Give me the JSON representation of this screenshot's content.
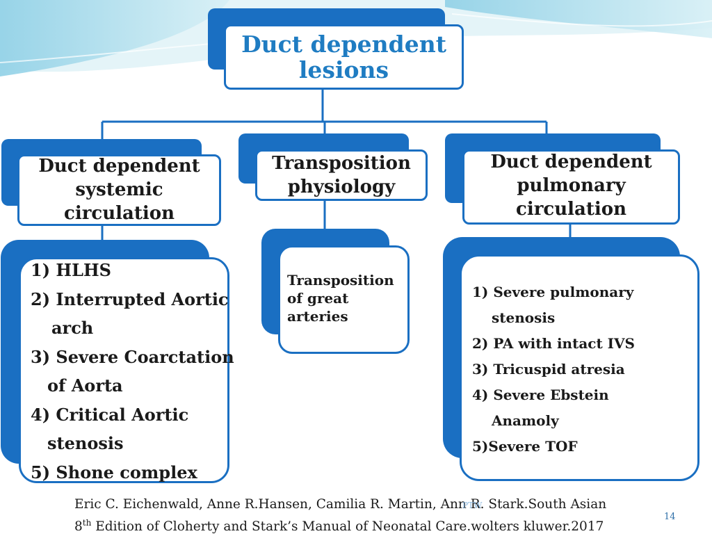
{
  "title": {
    "line1": "Duct dependent",
    "line2": "lesions"
  },
  "categories": [
    {
      "line1": "Duct dependent",
      "line2": "systemic",
      "line3": "circulation"
    },
    {
      "line1": "Transposition",
      "line2": "physiology"
    },
    {
      "line1": "Duct dependent",
      "line2": "pulmonary",
      "line3": "circulation"
    }
  ],
  "systemic_list": [
    "1) HLHS",
    "2) Interrupted Aortic",
    "arch",
    "3) Severe Coarctation",
    "of  Aorta",
    "4) Critical Aortic",
    "stenosis",
    "5) Shone complex"
  ],
  "transposition_list": {
    "line1": "Transposition",
    "line2": "of great",
    "line3": "arteries"
  },
  "pulmonary_list": [
    "1) Severe pulmonary",
    "stenosis",
    "2) PA with intact IVS",
    "3) Tricuspid atresia",
    "4) Severe  Ebstein",
    "Anamoly",
    "5)Severe TOF"
  ],
  "reference": {
    "line1": "Eric C. Eichenwald, Anne R.Hansen, Camilia R. Martin, Ann R. Stark.South Asian",
    "line2_edition": "8",
    "line2_sup": "th",
    "line2_rest": " Edition of Cloherty and Stark’s Manual of Neonatal Care.wolters kluwer.2017"
  },
  "watermark": "PTW",
  "slide_number": "14",
  "colors": {
    "accent_blue": "#1a6fc2",
    "title_blue": "#1f7cc2",
    "bg_teal": "#bfe3ee"
  }
}
